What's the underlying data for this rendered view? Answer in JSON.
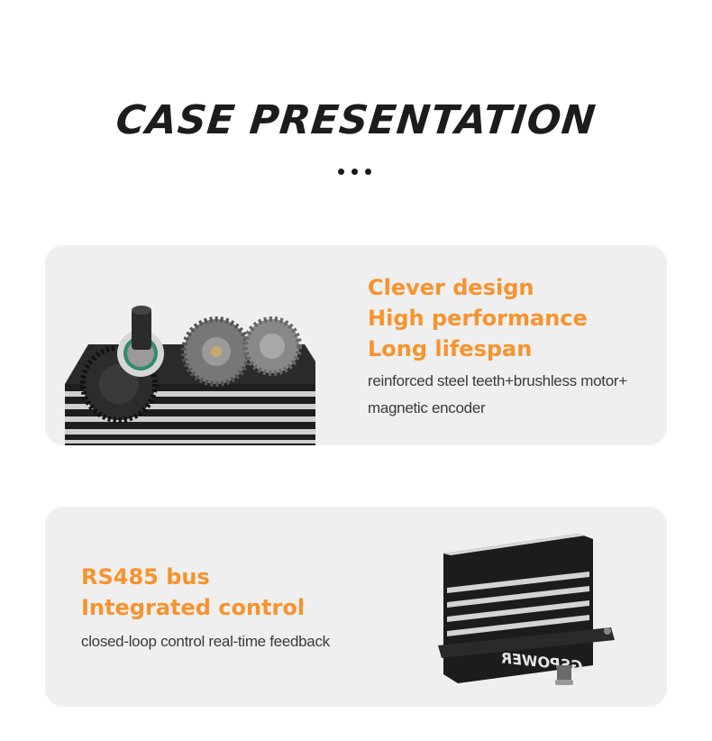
{
  "header": {
    "title": "CASE PRESENTATION"
  },
  "cards": [
    {
      "headlines": [
        "Clever design",
        "High performance",
        "Long lifespan"
      ],
      "description": "reinforced steel teeth+brushless motor+ magnetic encoder",
      "image": "servo-gearbox-image"
    },
    {
      "headlines": [
        "RS485 bus",
        "Integrated control"
      ],
      "description": "closed-loop control real-time feedback",
      "image": "servo-motor-image",
      "logo_text": "GSPOWER"
    }
  ],
  "colors": {
    "accent": "#f7932d",
    "card_bg": "#efefef",
    "title": "#1c1c1c",
    "body_text": "#3a3a3a"
  }
}
